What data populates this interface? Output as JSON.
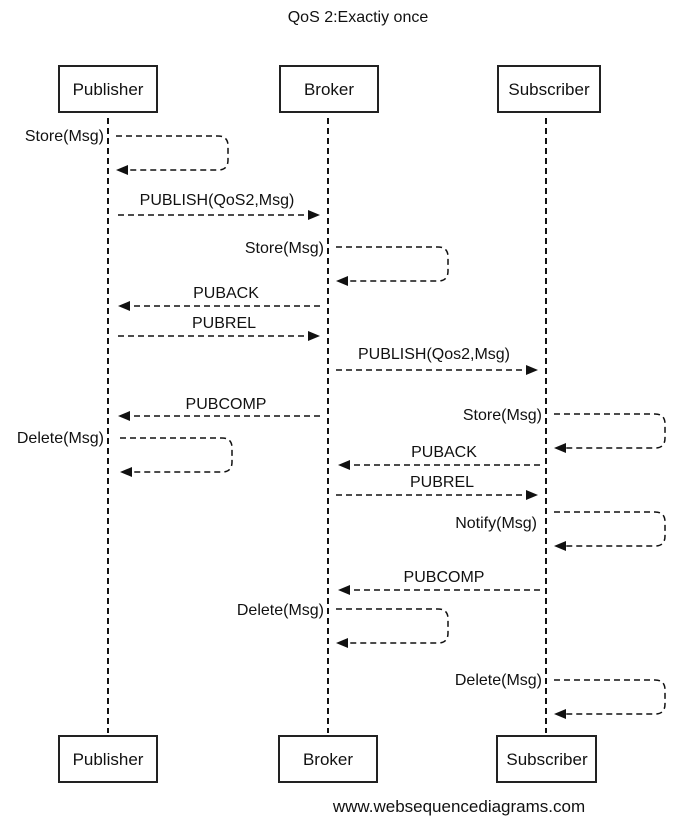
{
  "title": "QoS 2:Exactiy once",
  "footer": "www.websequencediagrams.com",
  "participants": [
    "Publisher",
    "Broker",
    "Subscriber"
  ],
  "messages": [
    {
      "from": "Publisher",
      "to": "Publisher",
      "label": "Store(Msg)"
    },
    {
      "from": "Publisher",
      "to": "Broker",
      "label": "PUBLISH(QoS2,Msg)"
    },
    {
      "from": "Broker",
      "to": "Broker",
      "label": "Store(Msg)"
    },
    {
      "from": "Broker",
      "to": "Publisher",
      "label": "PUBACK"
    },
    {
      "from": "Publisher",
      "to": "Broker",
      "label": "PUBREL"
    },
    {
      "from": "Broker",
      "to": "Subscriber",
      "label": "PUBLISH(Qos2,Msg)"
    },
    {
      "from": "Broker",
      "to": "Publisher",
      "label": "PUBCOMP"
    },
    {
      "from": "Subscriber",
      "to": "Subscriber",
      "label": "Store(Msg)"
    },
    {
      "from": "Publisher",
      "to": "Publisher",
      "label": "Delete(Msg)"
    },
    {
      "from": "Subscriber",
      "to": "Broker",
      "label": "PUBACK"
    },
    {
      "from": "Broker",
      "to": "Subscriber",
      "label": "PUBREL"
    },
    {
      "from": "Subscriber",
      "to": "Subscriber",
      "label": "Notify(Msg)"
    },
    {
      "from": "Subscriber",
      "to": "Broker",
      "label": "PUBCOMP"
    },
    {
      "from": "Broker",
      "to": "Broker",
      "label": "Delete(Msg)"
    },
    {
      "from": "Subscriber",
      "to": "Subscriber",
      "label": "Delete(Msg)"
    }
  ]
}
